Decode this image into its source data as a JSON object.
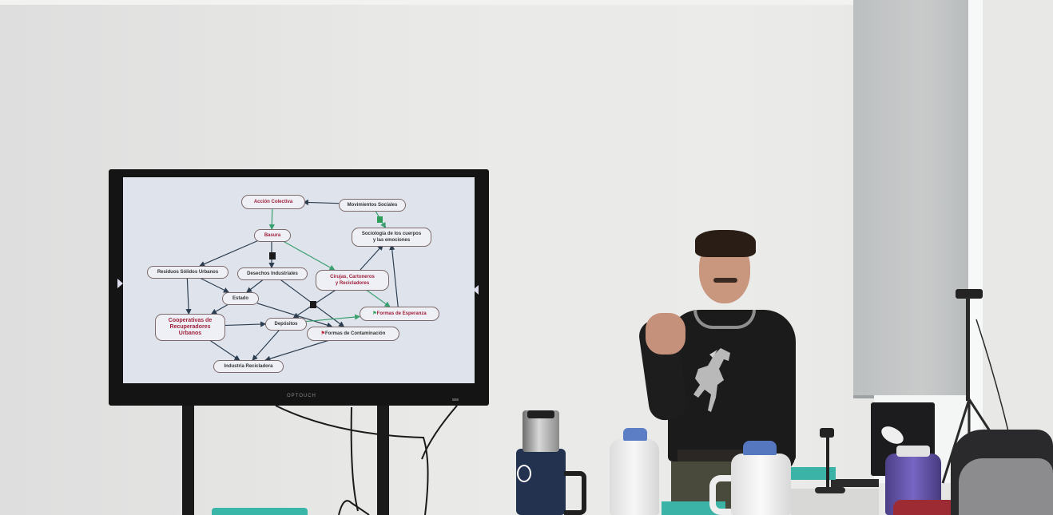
{
  "scene": "classroom presentation",
  "tv": {
    "brand": "OPTOUCH"
  },
  "diagram": {
    "nodes": [
      {
        "id": "accion",
        "label": "Acción Colectiva",
        "style": "red"
      },
      {
        "id": "movimientos",
        "label": "Movimientos Sociales",
        "style": "dark"
      },
      {
        "id": "basura",
        "label": "Basura",
        "style": "red"
      },
      {
        "id": "sociologia",
        "label": "Sociología de los cuerpos\ny las emociones",
        "style": "dark"
      },
      {
        "id": "residuos",
        "label": "Residuos Sólidos Urbanos",
        "style": "dark"
      },
      {
        "id": "desechos",
        "label": "Desechos Industriales",
        "style": "dark"
      },
      {
        "id": "cirujas",
        "label": "Cirujas, Cartoneros\ny Recicladores",
        "style": "red"
      },
      {
        "id": "estado",
        "label": "Estado",
        "style": "dark"
      },
      {
        "id": "esperanza",
        "label": "Formas de Esperanza",
        "style": "red"
      },
      {
        "id": "cooperativas",
        "label": "Cooperativas de\nRecuperadores\nUrbanos",
        "style": "red"
      },
      {
        "id": "depositos",
        "label": "Depósitos",
        "style": "dark"
      },
      {
        "id": "contaminacion",
        "label": "Formas de Contaminación",
        "style": "dark"
      },
      {
        "id": "industria",
        "label": "Industria Recicladora",
        "style": "dark"
      }
    ],
    "edges": [
      [
        "movimientos",
        "accion"
      ],
      [
        "accion",
        "basura"
      ],
      [
        "basura",
        "residuos"
      ],
      [
        "basura",
        "desechos"
      ],
      [
        "basura",
        "cirujas"
      ],
      [
        "movimientos",
        "sociologia"
      ],
      [
        "cirujas",
        "sociologia"
      ],
      [
        "residuos",
        "cooperativas"
      ],
      [
        "residuos",
        "estado"
      ],
      [
        "desechos",
        "estado"
      ],
      [
        "desechos",
        "contaminacion"
      ],
      [
        "estado",
        "contaminacion"
      ],
      [
        "estado",
        "cooperativas"
      ],
      [
        "cirujas",
        "esperanza"
      ],
      [
        "cirujas",
        "depositos"
      ],
      [
        "esperanza",
        "sociologia"
      ],
      [
        "cooperativas",
        "depositos"
      ],
      [
        "cooperativas",
        "industria"
      ],
      [
        "depositos",
        "industria"
      ],
      [
        "contaminacion",
        "industria"
      ],
      [
        "depositos",
        "esperanza"
      ]
    ]
  },
  "colors": {
    "wall": "#e8e8e6",
    "screen": "#dfe3ec",
    "node_red_text": "#a0203a",
    "arrow_dark": "#2c3e50",
    "arrow_green": "#3aa070",
    "flag_red": "#c0253a",
    "flag_green": "#2e9d5a"
  },
  "icons": [
    "flag-icon",
    "square-marker-icon",
    "horse-print"
  ]
}
